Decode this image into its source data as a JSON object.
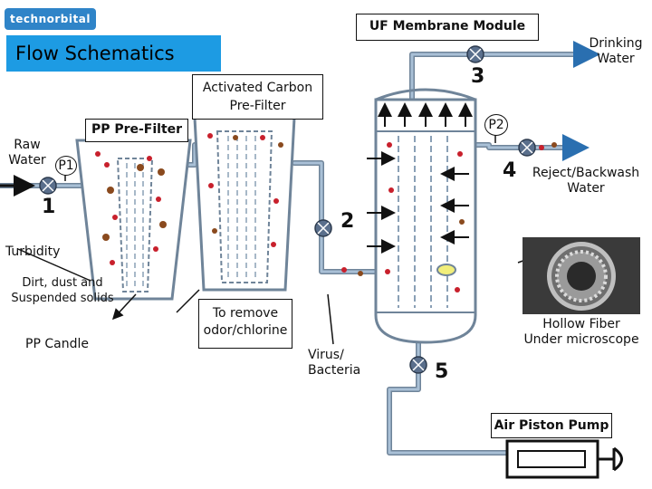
{
  "logo": {
    "text": "technorbital"
  },
  "title": "Flow Schematics",
  "labels": {
    "uf_module": "UF Membrane Module",
    "drinking_water": "Drinking\nWater",
    "activated_carbon": "Activated Carbon\nPre-Filter",
    "pp_prefilter": "PP Pre-Filter",
    "raw_water": "Raw\nWater",
    "p1": "P1",
    "p2": "P2",
    "reject": "Reject/Backwash\nWater",
    "turbidity": "Turbidity",
    "dirt": "Dirt, dust and\nSuspended solids",
    "pp_candle": "PP Candle",
    "odor": "To remove\nodor/chlorine",
    "virus": "Virus/\nBacteria",
    "hollow_fiber": "Hollow Fiber\nUnder microscope",
    "air_pump": "Air Piston Pump"
  },
  "valve_numbers": {
    "v1": "1",
    "v2": "2",
    "v3": "3",
    "v4": "4",
    "v5": "5"
  },
  "colors": {
    "pipe": "#a9c0d6",
    "pipe_edge": "#6f8499",
    "valve": "#5a6f8c",
    "particle_red": "#c8202c",
    "particle_brown": "#8a4a1e",
    "title_bar": "#1d9be3",
    "logo": "#2f84c8"
  }
}
